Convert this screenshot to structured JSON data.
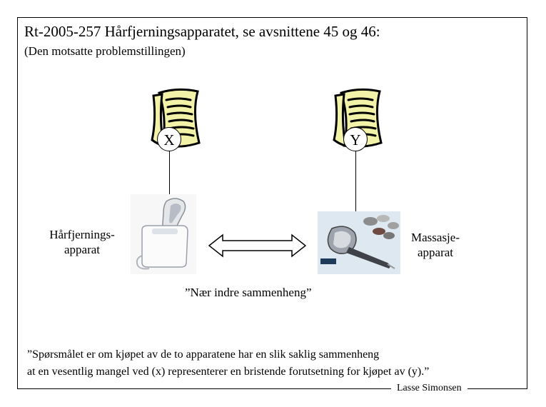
{
  "slide": {
    "title": "Rt-2005-257 Hårfjerningsapparatet, se avsnittene 45 og 46:",
    "subtitle": "(Den motsatte problemstillingen)",
    "author": "Lasse Simonsen"
  },
  "diagram": {
    "parties": [
      {
        "letter": "X",
        "icon": "contract-document-icon"
      },
      {
        "letter": "Y",
        "icon": "contract-document-icon"
      }
    ],
    "devices": [
      {
        "label_line1": "Hårfjernings-",
        "label_line2": "apparat",
        "icon": "hair-removal-device-image"
      },
      {
        "label_line1": "Massasje-",
        "label_line2": "apparat",
        "icon": "massage-device-image"
      }
    ],
    "relation_label": "”Nær indre sammenheng”",
    "quote_line1": "”Spørsmålet er om kjøpet av de to apparatene har en slik saklig sammenheng",
    "quote_line2": "at en vesentlig mangel ved (x) representerer en bristende forutsetning for kjøpet av (y).”"
  },
  "colors": {
    "paper": "#f2f2a8",
    "ink": "#000000",
    "device_white": "#f4f4f4",
    "background": "#ffffff"
  }
}
